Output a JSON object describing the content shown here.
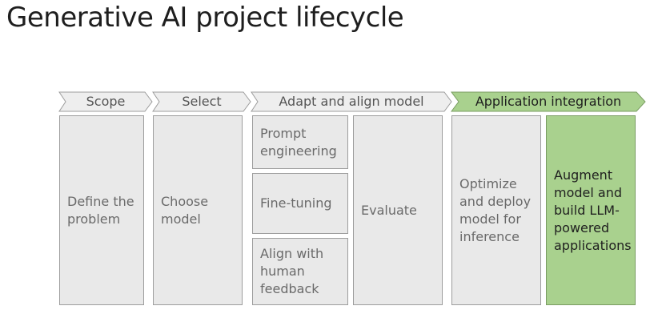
{
  "title": "Generative AI project lifecycle",
  "stages": [
    {
      "label": "Scope"
    },
    {
      "label": "Select"
    },
    {
      "label": "Adapt and align model"
    },
    {
      "label": "Application integration"
    }
  ],
  "boxes": {
    "define": "Define the problem",
    "choose": "Choose model",
    "prompt": "Prompt engineering",
    "finetune": "Fine-tuning",
    "align": "Align with human feedback",
    "evaluate": "Evaluate",
    "optimize": "Optimize and deploy model for inference",
    "augment": "Augment model and build LLM-powered applications"
  },
  "colors": {
    "stage_fill": "#eeeeee",
    "stage_active_fill": "#a9d18e",
    "box_fill": "#e9e9e9",
    "box_active_fill": "#a9d18e"
  }
}
